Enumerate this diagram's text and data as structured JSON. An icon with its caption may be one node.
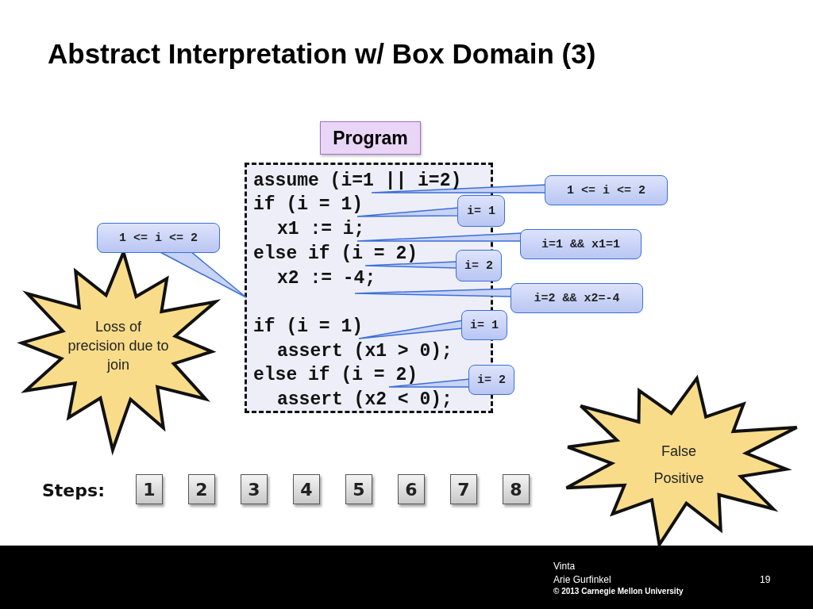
{
  "diagram": {
    "title": "Abstract Interpretation w/ Box Domain (3)",
    "nodes": [
      {
        "text": [
          "Program"
        ]
      },
      {
        "text": [],
        "shape": "box"
      },
      {
        "text": [
          "assume (i=1 || i=2)"
        ],
        "in": 1
      },
      {
        "text": [
          "if (i = 1)"
        ],
        "in": 1
      },
      {
        "text": [
          "x1 := i;"
        ],
        "in": 1
      },
      {
        "text": [
          "else if (i = 2)"
        ],
        "in": 1
      },
      {
        "text": [
          "x2 := -4;"
        ],
        "in": 1
      },
      {
        "text": [
          "if (i = 1)"
        ],
        "in": 1
      },
      {
        "text": [
          "assert (x1 > 0);"
        ],
        "in": 1
      },
      {
        "text": [
          "else if (i = 2)"
        ],
        "in": 1
      },
      {
        "text": [
          "assert (x2 < 0);"
        ],
        "in": 1
      },
      {
        "text": [
          "1 <= i <= 2"
        ]
      },
      {
        "text": [
          "i= 1"
        ]
      },
      {
        "text": [
          "i=1 && x1=1"
        ]
      },
      {
        "text": [
          "i= 2"
        ]
      },
      {
        "text": [
          "i=2 && x2=-4"
        ]
      },
      {
        "text": [
          "i= 1"
        ]
      },
      {
        "text": [
          "i= 2"
        ]
      },
      {
        "text": [
          "1 <= i <= 2"
        ]
      },
      {
        "text": [
          "Loss of precision due to join"
        ]
      },
      {
        "text": [
          "False Positive"
        ]
      },
      {
        "text": [
          "1"
        ]
      },
      {
        "text": [
          "2"
        ]
      },
      {
        "text": [
          "3"
        ]
      },
      {
        "text": [
          "4"
        ]
      },
      {
        "text": [
          "5"
        ]
      },
      {
        "text": [
          "6"
        ]
      },
      {
        "text": [
          "7"
        ]
      },
      {
        "text": [
          "8"
        ]
      }
    ],
    "edges": [
      {
        "from": 11,
        "to": 2,
        "arrow": "none"
      },
      {
        "from": 12,
        "to": 3,
        "arrow": "none"
      },
      {
        "from": 13,
        "to": 4,
        "arrow": "none"
      },
      {
        "from": 14,
        "to": 5,
        "arrow": "none"
      },
      {
        "from": 15,
        "to": 1,
        "arrow": "none"
      },
      {
        "from": 16,
        "to": 7,
        "arrow": "none"
      },
      {
        "from": 17,
        "to": 9,
        "arrow": "none"
      },
      {
        "from": 18,
        "to": 1,
        "arrow": "none"
      }
    ],
    "labels": [
      "Steps:",
      "Vinta",
      "Arie Gurfinkel",
      "© 2013 Carnegie Mellon University",
      "19"
    ]
  }
}
